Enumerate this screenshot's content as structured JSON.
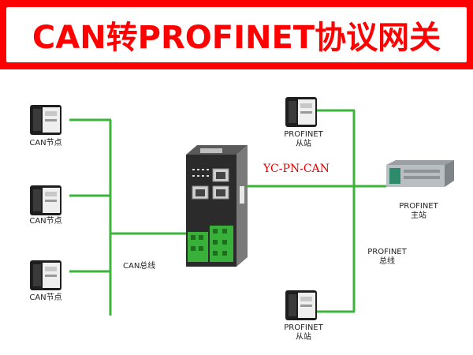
{
  "banner": {
    "title": "CAN转PROFINET协议网关"
  },
  "device": {
    "model": "YC-PN-CAN"
  },
  "can_nodes": [
    {
      "label": "CAN节点"
    },
    {
      "label": "CAN节点"
    },
    {
      "label": "CAN节点"
    }
  ],
  "can_bus": {
    "label": "CAN总线"
  },
  "profinet_slaves": [
    {
      "line1": "PROFINET",
      "line2": "从站"
    },
    {
      "line1": "PROFINET",
      "line2": "从站"
    }
  ],
  "profinet_master": {
    "line1": "PROFINET",
    "line2": "主站"
  },
  "profinet_bus": {
    "line1": "PROFINET",
    "line2": "总线"
  },
  "colors": {
    "banner": "#ff0000",
    "bus_line": "#3cb43c",
    "model_text": "#e60000"
  }
}
